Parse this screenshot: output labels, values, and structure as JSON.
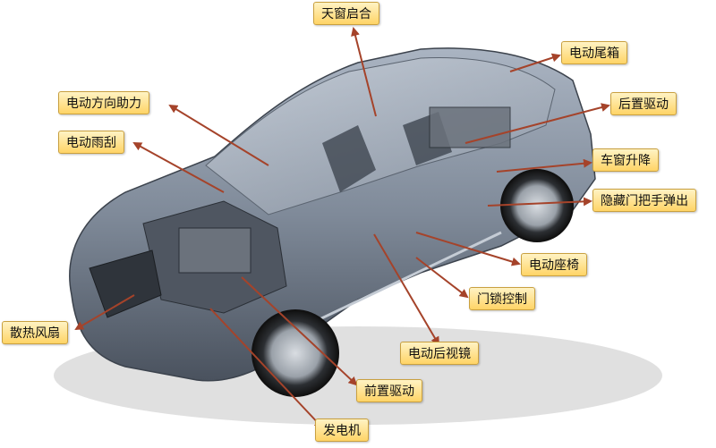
{
  "colors": {
    "callout_fill": "#ffd466",
    "callout_border": "#c9a040",
    "arrow": "#a5432a",
    "car_body": "#7f8a99"
  },
  "labels": {
    "sunroof": "天窗启合",
    "power_trunk": "电动尾箱",
    "power_steering": "电动方向助力",
    "rear_drive": "后置驱动",
    "power_wiper": "电动雨刮",
    "window_lift": "车窗升降",
    "hidden_handle": "隐藏门把手弹出",
    "power_seat": "电动座椅",
    "door_lock": "门锁控制",
    "cooling_fan": "散热风扇",
    "power_mirror": "电动后视镜",
    "front_drive": "前置驱动",
    "generator": "发电机"
  }
}
